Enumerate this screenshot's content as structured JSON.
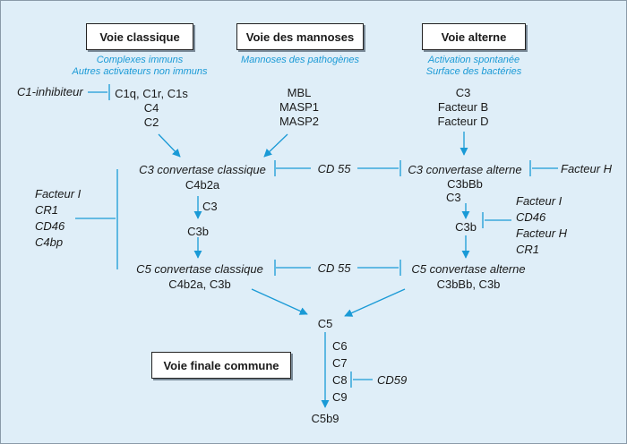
{
  "pathways": {
    "classical": {
      "title": "Voie classique",
      "activators": [
        "Complexes immuns",
        "Autres activateurs non immuns"
      ],
      "components": [
        "C1q, C1r, C1s",
        "C4",
        "C2"
      ],
      "inhibitor": "C1-inhibiteur"
    },
    "lectin": {
      "title": "Voie des mannoses",
      "activators": [
        "Mannoses des pathogènes"
      ],
      "components": [
        "MBL",
        "MASP1",
        "MASP2"
      ]
    },
    "alternative": {
      "title": "Voie alterne",
      "activators": [
        "Activation spontanée",
        "Surface des bactéries"
      ],
      "components": [
        "C3",
        "Facteur B",
        "Facteur D"
      ]
    }
  },
  "classical_cascade": {
    "c3_convertase": "C3 convertase classique",
    "c3_convertase_formula": "C4b2a",
    "c3_label": "C3",
    "c3b_label": "C3b",
    "c5_convertase": "C5 convertase classique",
    "c5_convertase_formula": "C4b2a, C3b",
    "regulators": [
      "Facteur I",
      "CR1",
      "CD46",
      "C4bp"
    ]
  },
  "alternative_cascade": {
    "c3_convertase": "C3 convertase alterne",
    "c3_convertase_formula": "C3bBb",
    "c3_label": "C3",
    "c3b_label": "C3b",
    "c5_convertase": "C5 convertase alterne",
    "c5_convertase_formula": "C3bBb, C3b",
    "factor_h": "Facteur H",
    "regulators": [
      "Facteur I",
      "CD46",
      "Facteur H",
      "CR1"
    ]
  },
  "shared_inhibitor": {
    "c3_level": "CD 55",
    "c5_level": "CD 55"
  },
  "terminal_pathway": {
    "title": "Voie finale commune",
    "c5": "C5",
    "components": [
      "C6",
      "C7",
      "C8",
      "C9"
    ],
    "inhibitor": "CD59",
    "mac": "C5b9"
  },
  "colors": {
    "background": "#dfeef8",
    "arrow_blue": "#1a9ad6",
    "text": "#1a1a1a"
  }
}
